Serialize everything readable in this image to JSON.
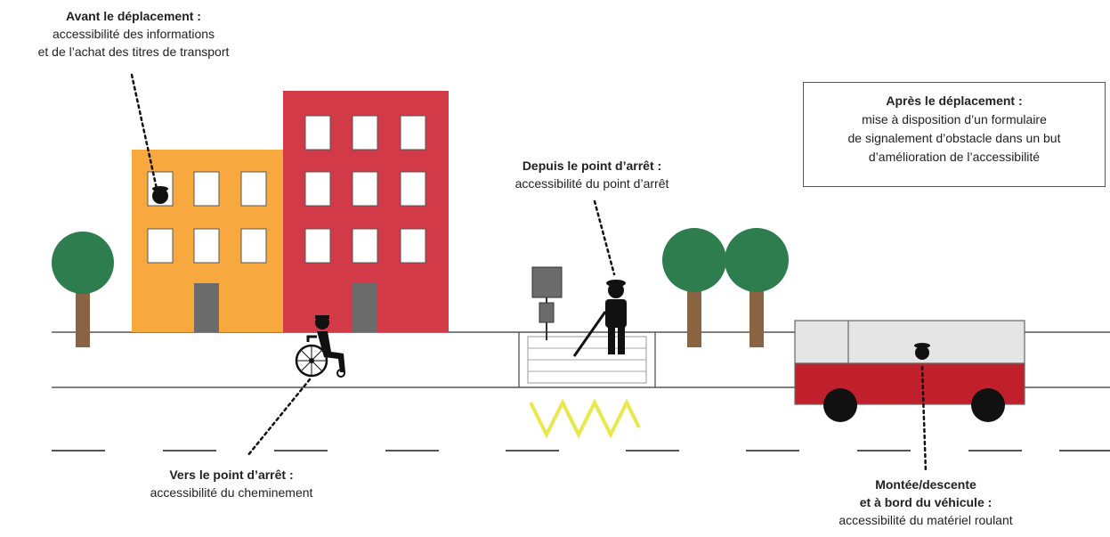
{
  "labels": {
    "avant": {
      "title": "Avant le déplacement :",
      "line1": "accessibilité des informations",
      "line2": "et de l’achat des titres de transport"
    },
    "apres": {
      "title": "Après le déplacement :",
      "line1": "mise à disposition d’un formulaire",
      "line2": "de signalement d’obstacle dans un but",
      "line3": "d’amélioration de l’accessibilité"
    },
    "depuis": {
      "title": "Depuis le point d’arrêt :",
      "line1": "accessibilité du point d’arrêt"
    },
    "vers": {
      "title": "Vers le point d’arrêt :",
      "line1": "accessibilité du cheminement"
    },
    "montee": {
      "title1": "Montée/descente",
      "title2": "et à bord du véhicule :",
      "line1": "accessibilité du matériel roulant"
    }
  },
  "colors": {
    "orange_building": "#f7a940",
    "red_building": "#d23a48",
    "tree_green": "#2e7d4f",
    "trunk_brown": "#8a6342",
    "door_gray": "#6b6b6b",
    "tactile_yellow": "#e8e84a",
    "bus_red": "#c0202b",
    "bus_top": "#e5e5e5"
  },
  "icons": [
    "wheelchair-user-icon",
    "pedestrian-icon",
    "blind-person-icon",
    "bus-icon",
    "tree-icon",
    "building-icon",
    "bus-stop-sign-icon"
  ]
}
